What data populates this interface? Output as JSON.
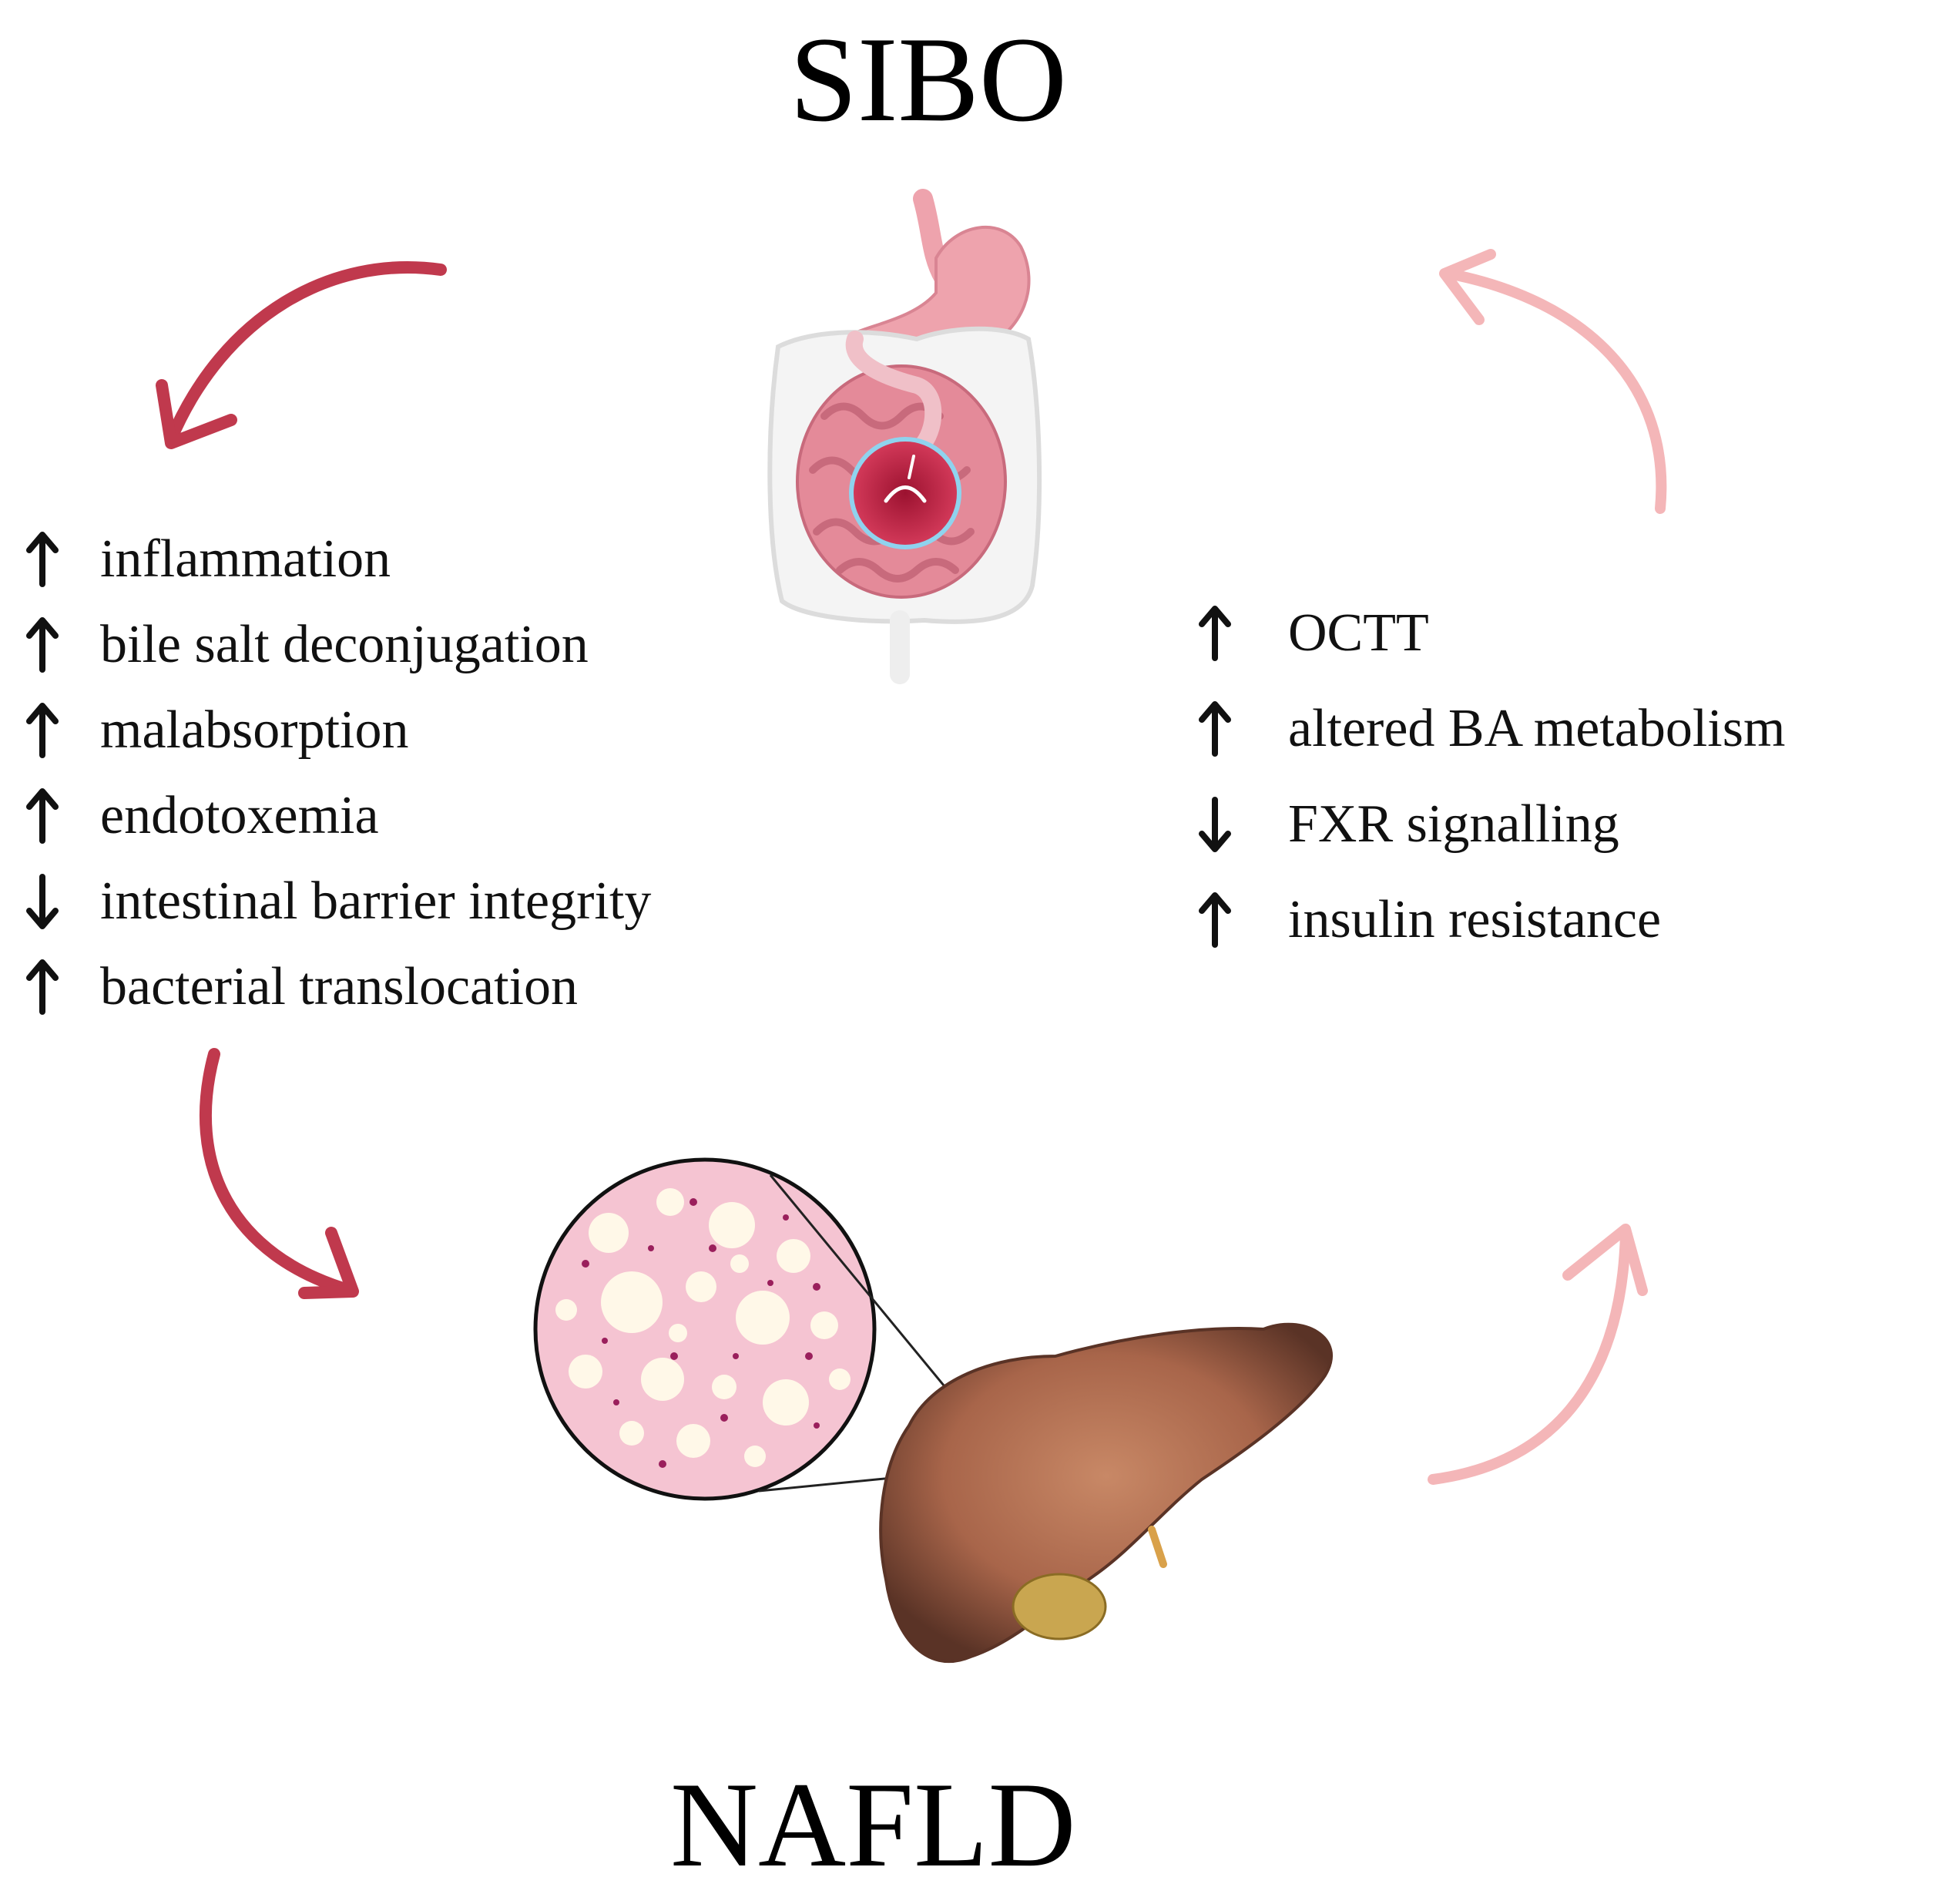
{
  "top_node": {
    "label": "SIBO"
  },
  "bottom_node": {
    "label": "NAFLD"
  },
  "left_effects": [
    {
      "direction": "up",
      "text": "inflammation"
    },
    {
      "direction": "up",
      "text": "bile salt deconjugation"
    },
    {
      "direction": "up",
      "text": "malabsorption"
    },
    {
      "direction": "up",
      "text": "endotoxemia"
    },
    {
      "direction": "down",
      "text": "intestinal barrier integrity"
    },
    {
      "direction": "up",
      "text": "bacterial translocation"
    }
  ],
  "right_effects": [
    {
      "direction": "up",
      "text": "OCTT"
    },
    {
      "direction": "up",
      "text": "altered BA metabolism"
    },
    {
      "direction": "down",
      "text": "FXR signalling"
    },
    {
      "direction": "up",
      "text": "insulin resistance"
    }
  ],
  "colors": {
    "left_arrows": "#c0394d",
    "right_arrows": "#f4b6b8",
    "text": "#111111",
    "intestine": "#e48a99",
    "stomach": "#eea3ad",
    "liver": "#b06a48"
  },
  "icons": {
    "up": "arrow-up-icon",
    "down": "arrow-down-icon"
  }
}
